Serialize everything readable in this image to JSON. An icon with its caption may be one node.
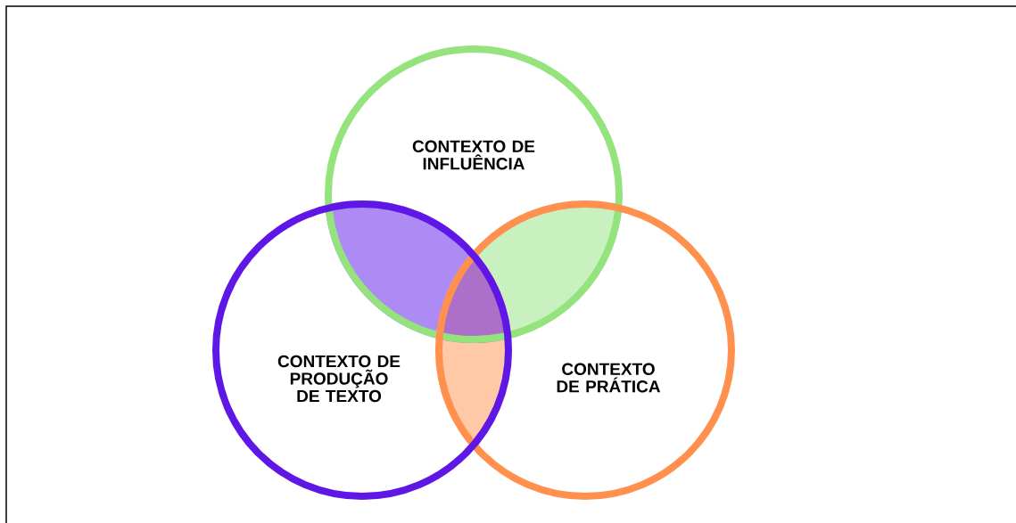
{
  "diagram": {
    "nodes": [
      {
        "text": [
          "CONTEXTO DE INFLUÊNCIA"
        ]
      },
      {
        "text": [
          "CONTEXTO DE PRODUÇÃO DE TEXTO"
        ]
      },
      {
        "text": [
          "CONTEXTO DE PRÁTICA"
        ]
      }
    ]
  }
}
